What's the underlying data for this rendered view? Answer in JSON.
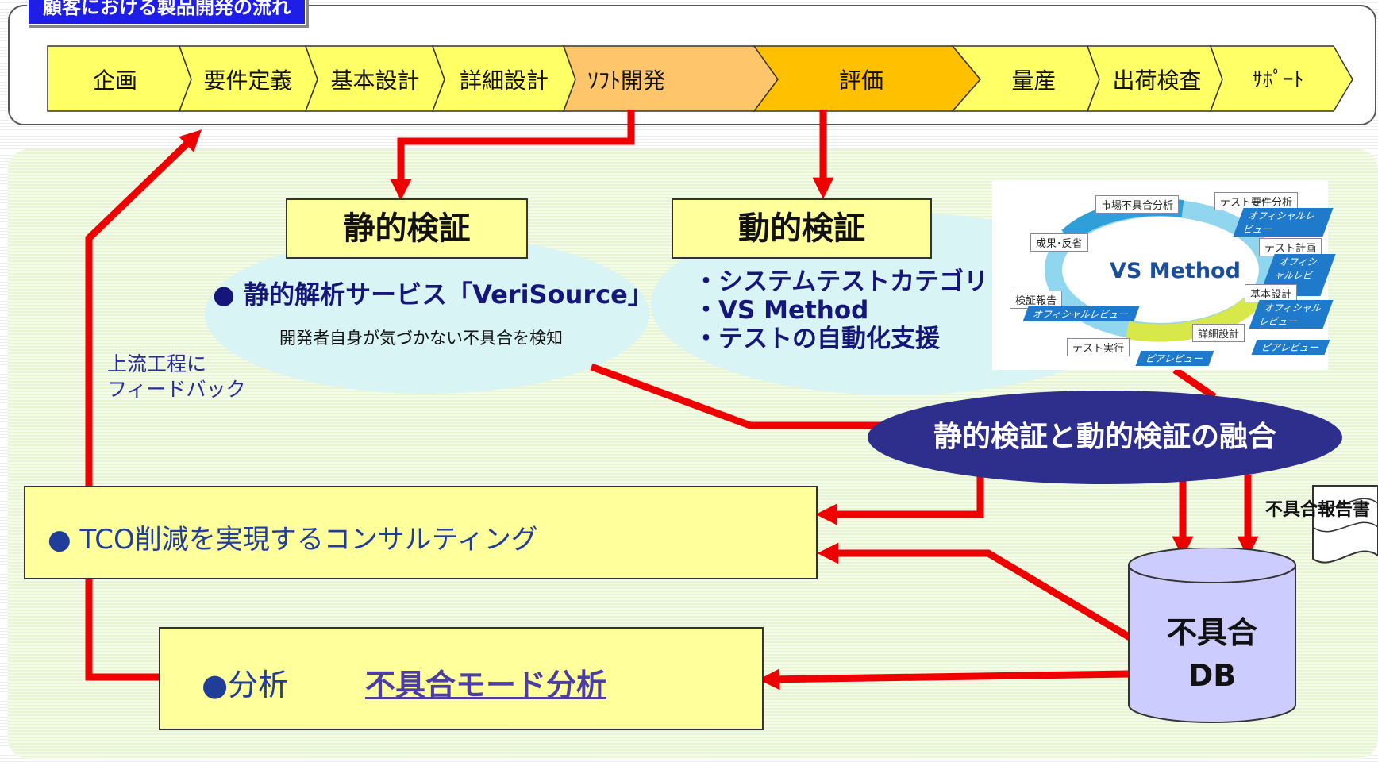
{
  "flow": {
    "title": "顧客における製品開発の流れ",
    "stages": [
      "企画",
      "要件定義",
      "基本設計",
      "詳細設計",
      "ｿﾌﾄ開発",
      "評価",
      "量産",
      "出荷検査",
      "ｻﾎﾟｰﾄ"
    ]
  },
  "static": {
    "title": "静的検証",
    "bullet": "● 静的解析サービス「VeriSource」",
    "desc": "開発者自身が気づかない不具合を検知"
  },
  "dynamic": {
    "title": "動的検証",
    "items": [
      "・システムテストカテゴリ",
      "・VS Method",
      "・テストの自動化支援"
    ]
  },
  "vs_method": {
    "center": "VS Method",
    "tags": [
      "市場不具合分析",
      "テスト要件分析",
      "成果･反省",
      "テスト計画",
      "検証報告",
      "基本設計",
      "詳細設計",
      "テスト実行"
    ],
    "subs": [
      "オフィシャルレビュー",
      "オフィシャルレビュー",
      "オフィシャルレビュー",
      "オフィシャルレビュー",
      "ピアレビュー",
      "ピアレビュー"
    ]
  },
  "feedback": "上流工程に\nフィードバック",
  "fusion": "静的検証と動的検証の融合",
  "consult": "● TCO削減を実現するコンサルティング",
  "analysis": {
    "label": "●分析",
    "link": "不具合モード分析"
  },
  "db": {
    "line1": "不具合",
    "line2": "DB"
  },
  "report": "不具合報告書",
  "colors": {
    "arrow": "#ee0000",
    "stage": "#ffff66",
    "stage_dev": "#ffc56b",
    "stage_eval": "#ffc000",
    "fusion": "#2e2e8c"
  }
}
